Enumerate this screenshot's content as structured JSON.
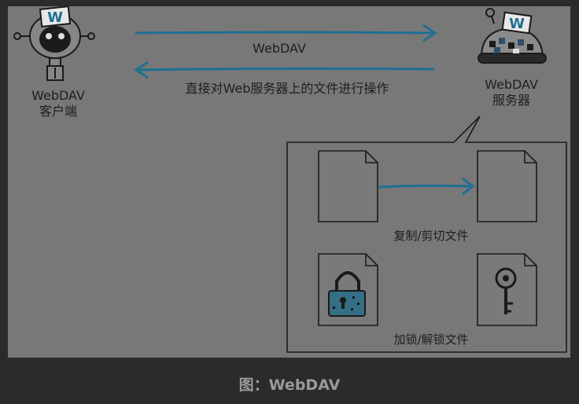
{
  "diagram": {
    "client_label_line1": "WebDAV",
    "client_label_line2": "客户端",
    "server_label_line1": "WebDAV",
    "server_label_line2": "服务器",
    "protocol_label": "WebDAV",
    "description": "直接对Web服务器上的文件进行操作",
    "copy_label": "复制/剪切文件",
    "lock_label": "加锁/解锁文件",
    "robot_logo_letter": "W",
    "server_logo_letter": "W"
  },
  "caption": "图：WebDAV",
  "colors": {
    "panel": "#787878",
    "arrow": "#1f6f93",
    "outline": "#1a1a1a",
    "lock_fill": "#356f85",
    "page_bg": "#2b2b2b"
  }
}
